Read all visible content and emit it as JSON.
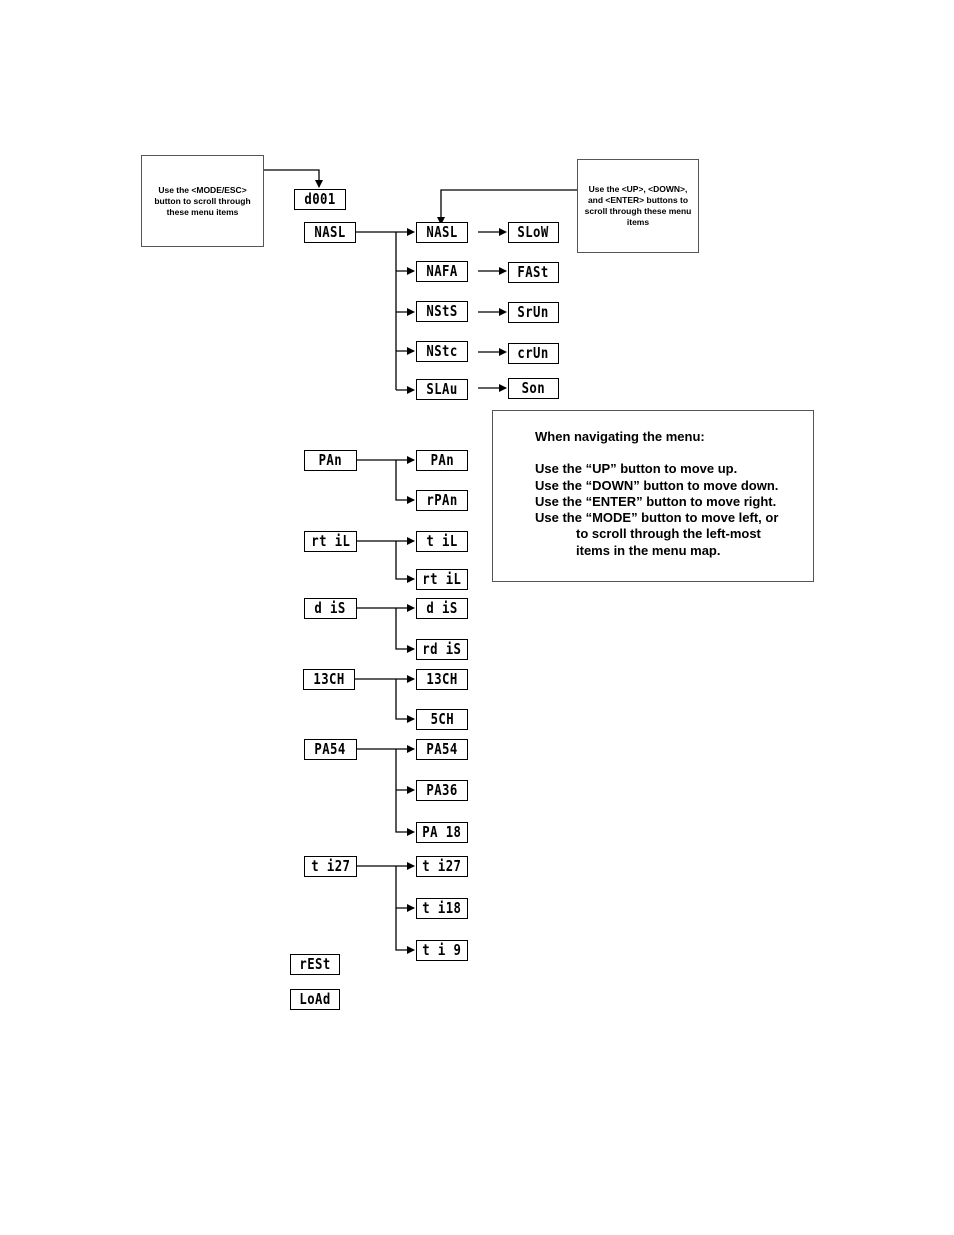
{
  "notes": {
    "mode_esc": {
      "lines": [
        "Use the <MODE/ESC>",
        "button to scroll through",
        "these menu items"
      ]
    },
    "up_down_enter": {
      "lines": [
        "Use the <UP>, <DOWN>,",
        "and <ENTER> buttons to",
        "scroll through these menu",
        "items"
      ]
    },
    "navigation": {
      "heading": "When navigating the menu:",
      "lines": [
        "Use the “UP” button to move up.",
        "Use the “DOWN” button to move down.",
        "Use the “ENTER” button to move right.",
        "Use the “MODE” button to move left, or",
        "to scroll through the left-most",
        "items in the menu map."
      ]
    }
  },
  "menu": {
    "address": "d001",
    "groups": [
      {
        "root": "NASL",
        "items": [
          {
            "label": "NASL",
            "value": "SLoW"
          },
          {
            "label": "NAFA",
            "value": "FASt"
          },
          {
            "label": "NStS",
            "value": "SrUn"
          },
          {
            "label": "NStc",
            "value": "crUn"
          },
          {
            "label": "SLAu",
            "value": "Son"
          }
        ]
      },
      {
        "root": "PAn",
        "items": [
          {
            "label": "PAn"
          },
          {
            "label": "rPAn"
          }
        ]
      },
      {
        "root": "rt iL",
        "items": [
          {
            "label": "t iL"
          },
          {
            "label": "rt iL"
          }
        ]
      },
      {
        "root": "d iS",
        "items": [
          {
            "label": "d iS"
          },
          {
            "label": "rd iS"
          }
        ]
      },
      {
        "root": "13CH",
        "items": [
          {
            "label": "13CH"
          },
          {
            "label": "5CH"
          }
        ]
      },
      {
        "root": "PA54",
        "items": [
          {
            "label": "PA54"
          },
          {
            "label": "PA36"
          },
          {
            "label": "PA 18"
          }
        ]
      },
      {
        "root": "t i27",
        "items": [
          {
            "label": "t i27"
          },
          {
            "label": "t i18"
          },
          {
            "label": "t i 9"
          }
        ]
      }
    ],
    "standalone": [
      "rESt",
      "LoAd"
    ]
  }
}
